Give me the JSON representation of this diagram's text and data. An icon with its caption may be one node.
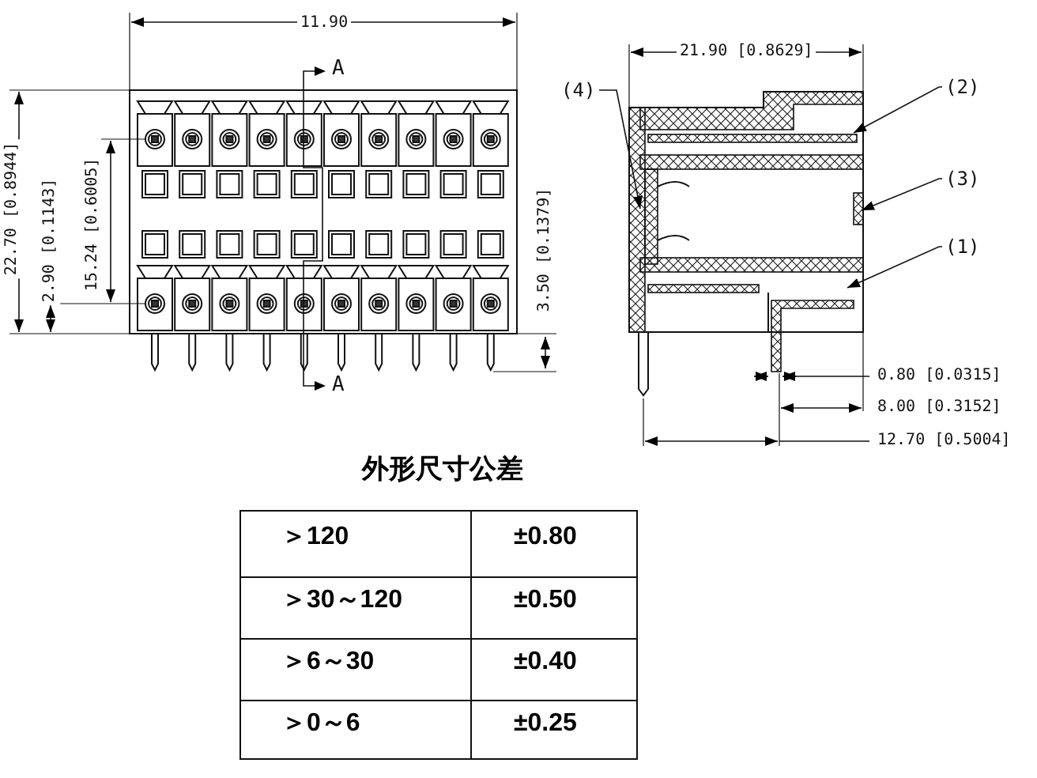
{
  "diagram": {
    "title": "外形尺寸公差",
    "nodes": [
      {
        "text": [
          "(4)"
        ]
      },
      {
        "text": [
          "(2)"
        ]
      },
      {
        "text": [
          "(3)"
        ]
      },
      {
        "text": [
          "(1)"
        ]
      }
    ],
    "edges": [
      {
        "from": 0,
        "to": null,
        "arrow": "to"
      },
      {
        "from": 1,
        "to": null,
        "arrow": "to"
      },
      {
        "from": 2,
        "to": null,
        "arrow": "to"
      },
      {
        "from": 3,
        "to": null,
        "arrow": "to"
      }
    ],
    "labels": [
      "11.90",
      "A",
      "22.70 [0.8944]",
      "2.90 [0.1143]",
      "15.24 [0.6005]",
      "A",
      "3.50 [0.1379]",
      "21.90 [0.8629]",
      "0.80 [0.0315]",
      "8.00 [0.3152]",
      "12.70 [0.5004]",
      "＞120",
      "±0.80",
      "＞30～120",
      "±0.50",
      "＞6～30",
      "±0.40",
      "＞0～6",
      "±0.25"
    ]
  }
}
